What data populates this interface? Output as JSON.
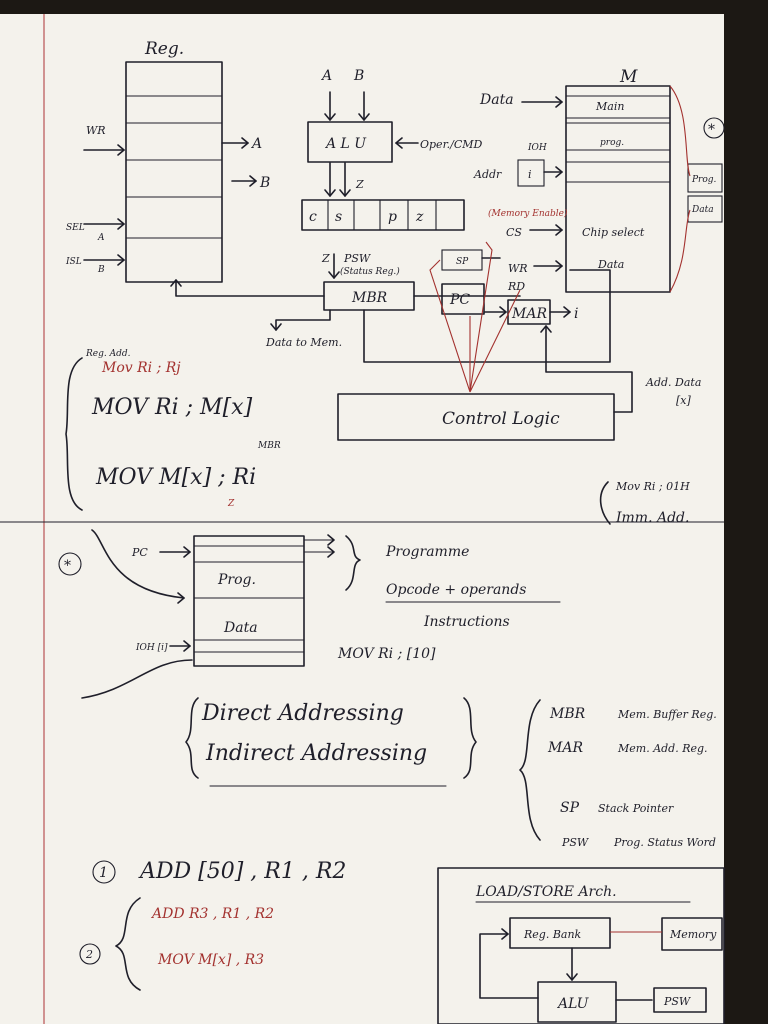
{
  "top": {
    "reg_label": "Reg.",
    "reg_inputs": {
      "wr": "WR",
      "sel": "SEL",
      "a": "A",
      "isl": "ISL",
      "b": "B"
    },
    "reg_outputs": {
      "a": "A",
      "b": "B"
    },
    "alu": {
      "in_a": "A",
      "in_b": "B",
      "label": "A L U",
      "op": "Oper./CMD",
      "z": "Z"
    },
    "flags": [
      "c",
      "s",
      "",
      "p",
      "z"
    ],
    "psw": {
      "z": "Z",
      "label": "PSW",
      "note": "(Status Reg.)"
    },
    "mbr": "MBR",
    "sp": "SP",
    "pc": "PC",
    "mar": "MAR",
    "mar_out": "i",
    "data_to_mem": "Data to Mem.",
    "memory": {
      "title": "M",
      "data_in": "Data",
      "ioh": "IOH",
      "addr": "Addr",
      "addr_box": "i",
      "main": "Main",
      "prog": "prog.",
      "chip_select": "Chip select",
      "data": "Data",
      "mem_enable": "(Memory Enable)",
      "cs": "CS",
      "wr": "WR",
      "rd": "RD",
      "side_prog": "Prog.",
      "side_data": "Data",
      "star": "*"
    },
    "control_logic": "Control Logic",
    "add_data": "Add. Data",
    "add_data_x": "[x]",
    "notes": {
      "reg_add": "Reg. Add.",
      "mov_rirj": "Mov   Ri ; Rj",
      "mov_ri_mx": "MOV   Ri ; M[x]",
      "mbr_under": "MBR",
      "mov_mx_ri": "MOV   M[x] ; Ri",
      "z_under": "Z",
      "mov_imm": "Mov  Ri ; 01H",
      "imm_add": "Imm. Add."
    }
  },
  "bottom": {
    "star": "*",
    "pc": "PC",
    "prog": "Prog.",
    "data": "Data",
    "ioh": "IOH [i]",
    "programme": "Programme",
    "opcode": "Opcode + operands",
    "instructions": "Instructions",
    "mov_ri_10": "MOV  Ri ; [10]",
    "direct": "Direct  Addressing",
    "indirect": "Indirect  Addressing",
    "abbrev": [
      {
        "key": "MBR",
        "value": "Mem. Buffer Reg."
      },
      {
        "key": "MAR",
        "value": "Mem. Add. Reg."
      },
      {
        "key": "SP",
        "value": "Stack Pointer"
      },
      {
        "key": "PSW",
        "value": "Prog. Status Word"
      }
    ],
    "ex1_num": "1",
    "ex1": "ADD   [50] , R1 , R2",
    "ex2_num": "2",
    "ex2_a": "ADD    R3 , R1 , R2",
    "ex2_b": "MOV    M[x] , R3",
    "arch": {
      "title": "LOAD/STORE Arch.",
      "reg_bank": "Reg. Bank",
      "memory": "Memory",
      "alu": "ALU",
      "psw": "PSW"
    }
  },
  "colors": {
    "paper": "#f4f2ec",
    "ink": "#1f1f2a",
    "red": "#a3322f"
  }
}
